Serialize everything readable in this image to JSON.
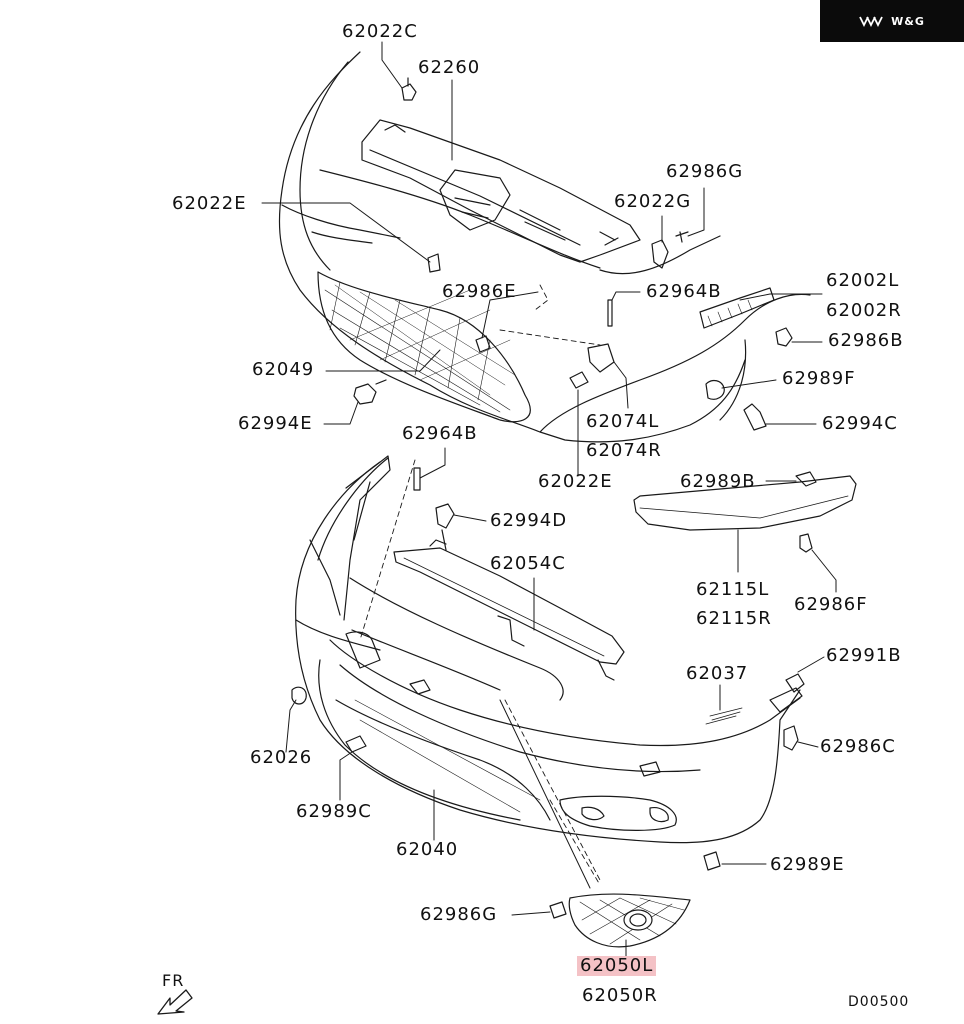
{
  "brand": {
    "logo_text": "W&G",
    "icon": "arrow-chevrons-icon"
  },
  "diagram_code": "D00500",
  "front_indicator": "FR",
  "part_labels": [
    "62022C",
    "62260",
    "62986G",
    "62022E",
    "62022G",
    "62002L",
    "62002R",
    "62986E",
    "62964B",
    "62986B",
    "62049",
    "62989F",
    "62994E",
    "62074L",
    "62994C",
    "62964B",
    "62074R",
    "62022E",
    "62989B",
    "62994D",
    "62054C",
    "62115L",
    "62115R",
    "62986F",
    "62037",
    "62991B",
    "62026",
    "62986C",
    "62989C",
    "62040",
    "62989E",
    "62986G",
    "62050L",
    "62050R"
  ],
  "highlighted_part": "62050L",
  "colors": {
    "highlight": "#f4c2c6",
    "line": "#1a1a1a",
    "brand_bg": "#0b0b0b"
  }
}
